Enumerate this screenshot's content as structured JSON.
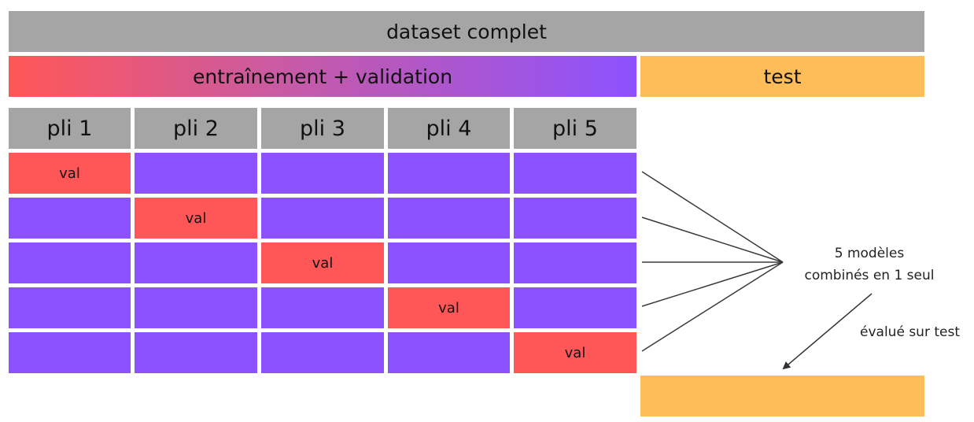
{
  "title": "dataset complet",
  "trainval_label": "entraînement + validation",
  "test_label": "test",
  "folds": [
    "pli 1",
    "pli 2",
    "pli 3",
    "pli 4",
    "pli 5"
  ],
  "val_label": "val",
  "ensemble_note": {
    "line1": "5 modèles",
    "line2": "combinés en 1 seul"
  },
  "eval_note": "évalué sur test",
  "colors": {
    "gray": "#a5a5a5",
    "train": "#8c52ff",
    "val": "#ff5757",
    "test": "#ffbd59"
  }
}
